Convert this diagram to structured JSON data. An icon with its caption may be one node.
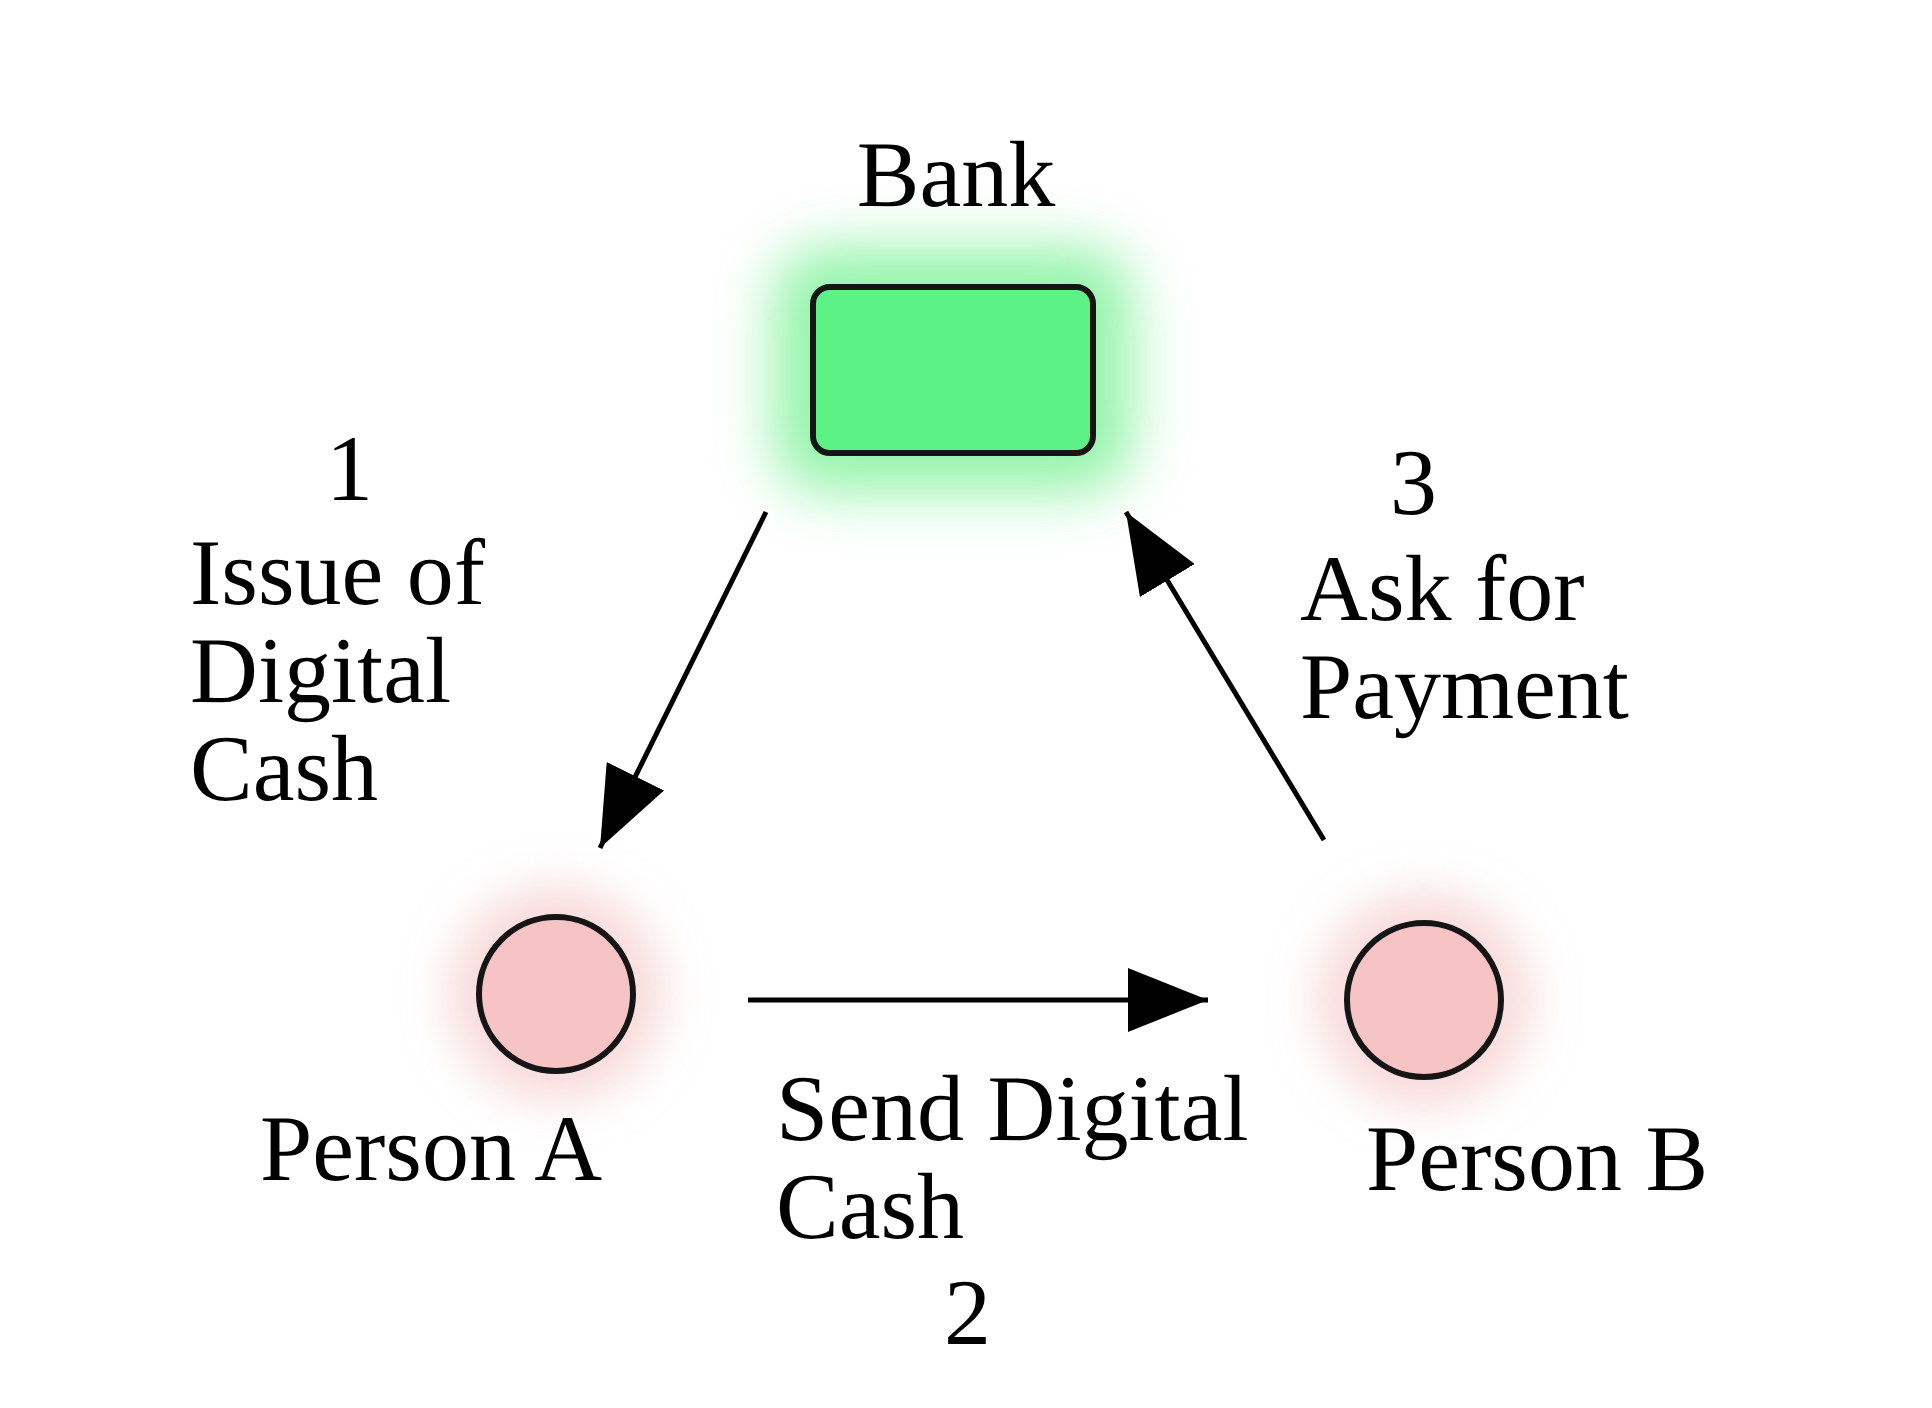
{
  "diagram": {
    "nodes": [
      {
        "text": [
          "Bank"
        ]
      },
      {
        "text": [
          "Person A"
        ]
      },
      {
        "text": [
          "Person B"
        ]
      }
    ],
    "edges": [
      {
        "from": 0,
        "to": 1,
        "arrow": "to",
        "label": "Issue of Digital Cash"
      },
      {
        "from": 1,
        "to": 2,
        "arrow": "to",
        "label": "Send Digital Cash"
      },
      {
        "from": 2,
        "to": 0,
        "arrow": "to",
        "label": "Ask for Payment"
      }
    ],
    "labels": [
      "1",
      "3",
      "2"
    ]
  }
}
